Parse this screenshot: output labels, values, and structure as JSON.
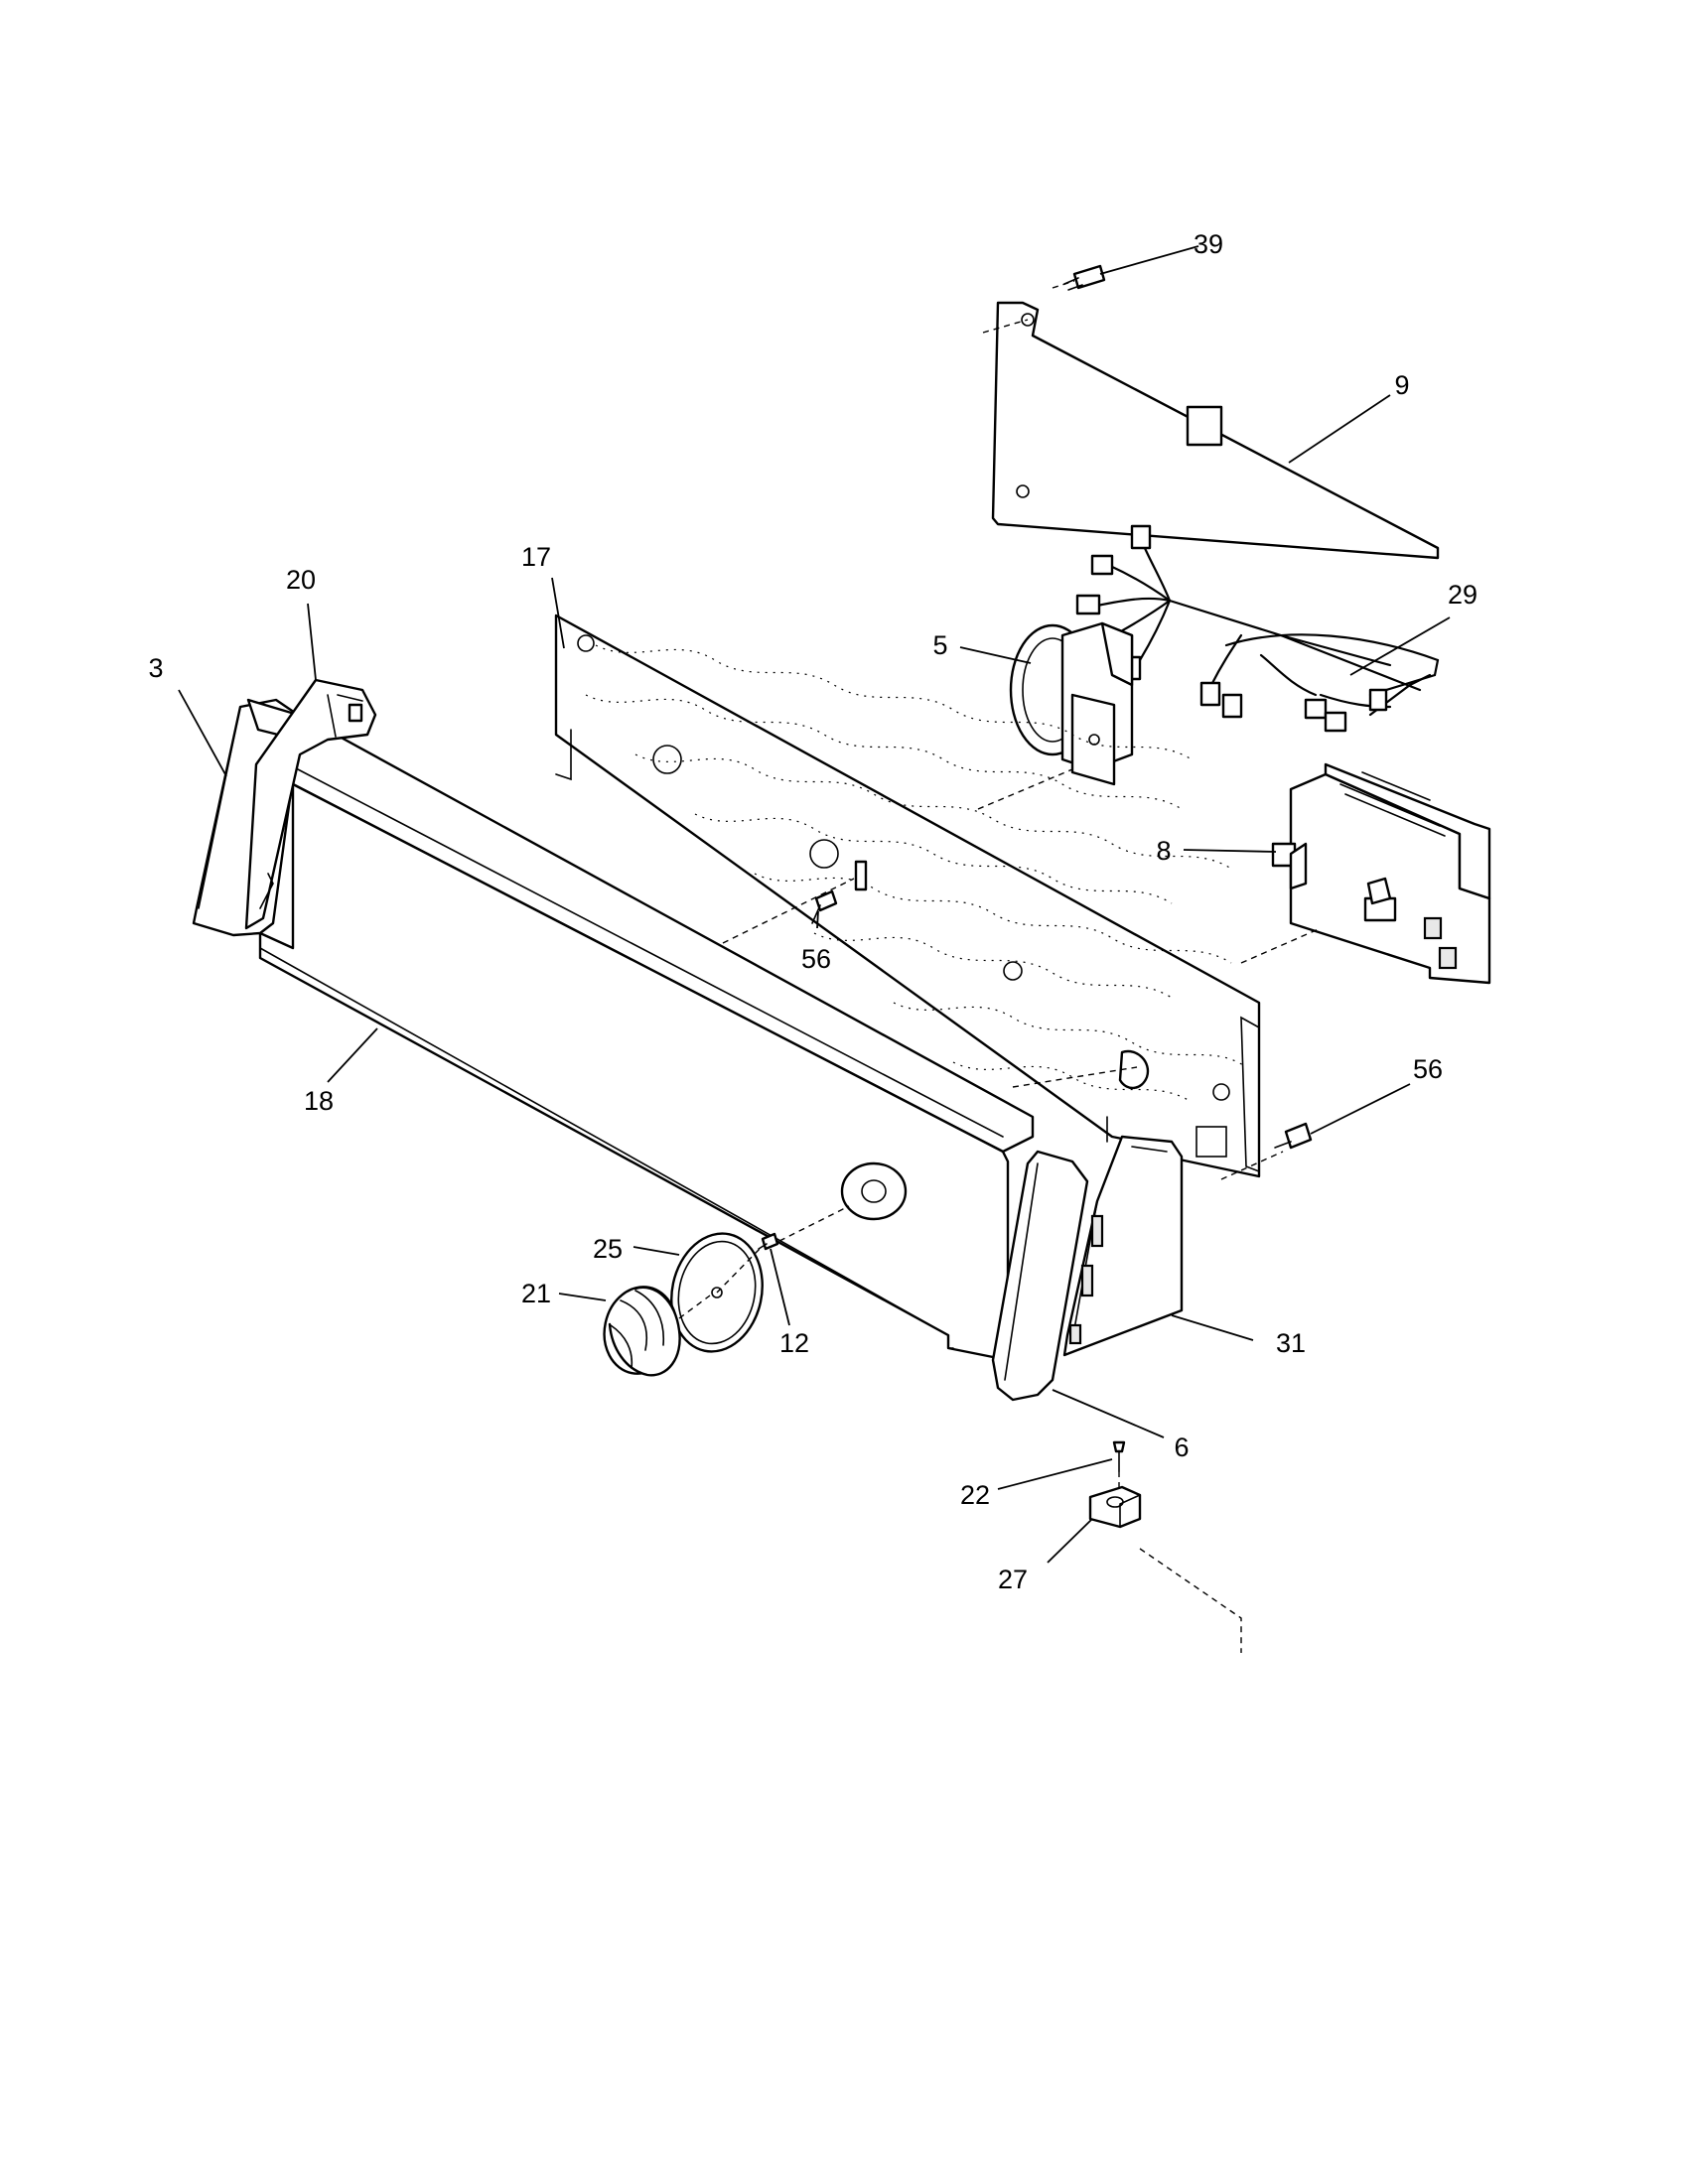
{
  "diagram": {
    "callouts": [
      {
        "id": "c39",
        "label": "39"
      },
      {
        "id": "c9",
        "label": "9"
      },
      {
        "id": "c17",
        "label": "17"
      },
      {
        "id": "c20",
        "label": "20"
      },
      {
        "id": "c3",
        "label": "3"
      },
      {
        "id": "c5",
        "label": "5"
      },
      {
        "id": "c29",
        "label": "29"
      },
      {
        "id": "c8",
        "label": "8"
      },
      {
        "id": "c56a",
        "label": "56"
      },
      {
        "id": "c18",
        "label": "18"
      },
      {
        "id": "c56b",
        "label": "56"
      },
      {
        "id": "c25",
        "label": "25"
      },
      {
        "id": "c21",
        "label": "21"
      },
      {
        "id": "c12",
        "label": "12"
      },
      {
        "id": "c31",
        "label": "31"
      },
      {
        "id": "c6",
        "label": "6"
      },
      {
        "id": "c22",
        "label": "22"
      },
      {
        "id": "c27",
        "label": "27"
      }
    ]
  }
}
